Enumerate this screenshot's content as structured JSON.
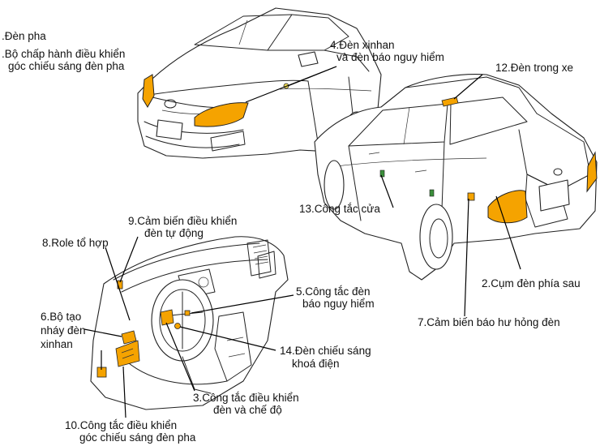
{
  "labels": {
    "head": ".Đèn pha",
    "act_1": ".Bộ chấp hành điều khiển",
    "act_2": "góc chiếu sáng đèn pha",
    "turn_1": "4.Đèn xinhan",
    "turn_2": "và đèn báo nguy hiểm",
    "interior": "12.Đèn trong xe",
    "door": "13.Công tắc cửa",
    "rear_1": "2.Cụm đèn phía sau",
    "sensor_auto_1": "9.Cảm biến điều khiển",
    "sensor_auto_2": "đèn tự động",
    "relay": "8.Role tổ hợp",
    "hazard_1": "5.Công tắc đèn",
    "hazard_2": "báo nguy hiểm",
    "flasher_1": "6.Bộ tạo",
    "flasher_2": "nháy đèn",
    "flasher_3": "xinhan",
    "fail_sensor": "7.Cảm biến báo hư hỏng đèn",
    "ignition_1": "14.Đèn chiếu sáng",
    "ignition_2": "khoá điện",
    "control_1": "3.Công tắc điều khiển",
    "control_2": "đèn và chế độ",
    "leveling_1": "10.Công tắc điều khiển",
    "leveling_2": "góc chiếu sáng đèn pha"
  },
  "colors": {
    "lamp": "#F5A300",
    "lamp_dark": "#C77700",
    "switch": "#3A8F3A",
    "line": "#222222"
  }
}
